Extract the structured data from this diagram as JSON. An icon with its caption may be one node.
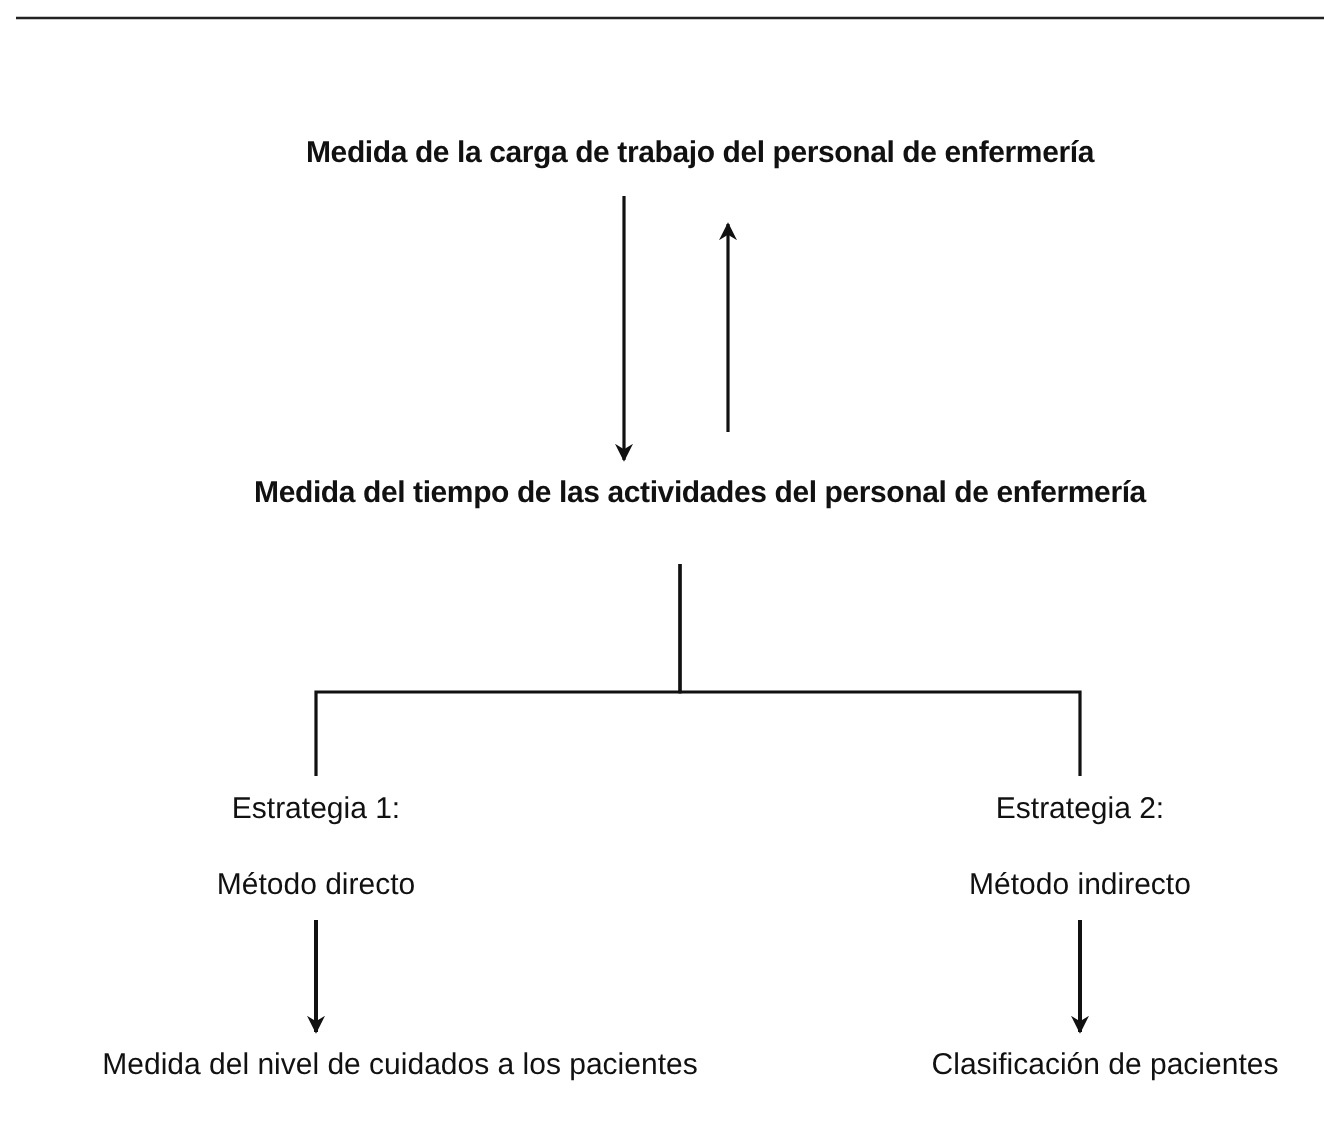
{
  "diagram": {
    "nodes": [
      {
        "text": [
          "Medida de la carga de trabajo del personal de enfermería"
        ]
      },
      {
        "text": [
          "Medida del tiempo de las actividades del personal de enfermería"
        ]
      },
      {
        "text": [
          "Estrategia 1:",
          "Método directo"
        ]
      },
      {
        "text": [
          "Estrategia 2:",
          "Método indirecto"
        ]
      },
      {
        "text": [
          "Medida del nivel de cuidados a los pacientes"
        ]
      },
      {
        "text": [
          "Clasificación de pacientes"
        ]
      }
    ],
    "edges": [
      {
        "from": 0,
        "to": 1,
        "arrow": "to"
      },
      {
        "from": 1,
        "to": 0,
        "arrow": "to"
      },
      {
        "from": 1,
        "to": 2,
        "arrow": "none"
      },
      {
        "from": 1,
        "to": 3,
        "arrow": "none"
      },
      {
        "from": 2,
        "to": 4,
        "arrow": "to"
      },
      {
        "from": 3,
        "to": 5,
        "arrow": "to"
      }
    ]
  }
}
